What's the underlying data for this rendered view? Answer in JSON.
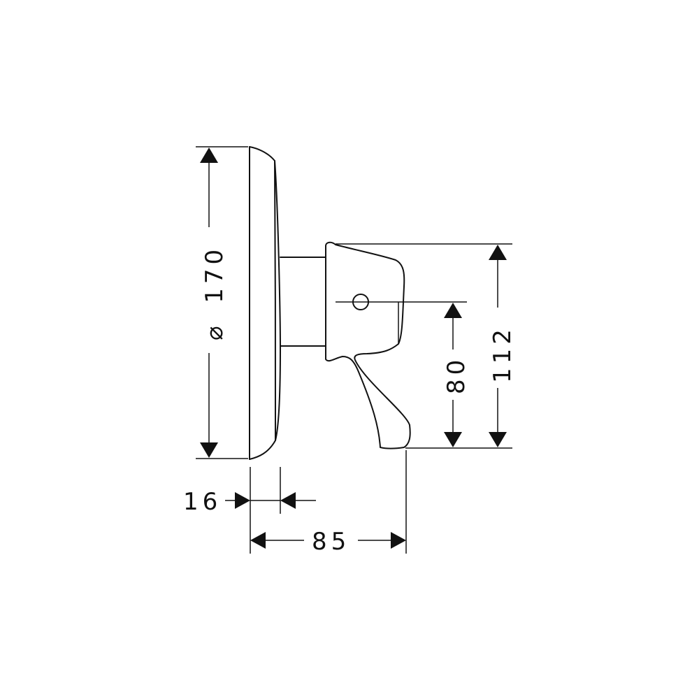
{
  "drawing": {
    "dimensions": {
      "diameter_symbol": "⌀",
      "diameter": "170",
      "depth_plate": "16",
      "depth_total": "85",
      "height_lever": "112",
      "height_axis": "80"
    },
    "colors": {
      "line": "#111111",
      "background": "#ffffff"
    }
  }
}
